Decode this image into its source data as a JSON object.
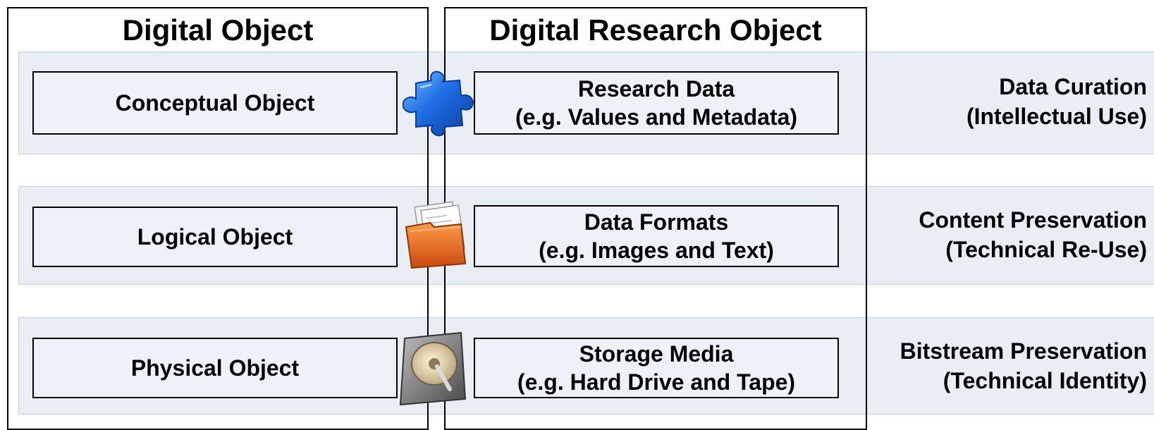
{
  "columns": {
    "left_title": "Digital Object",
    "middle_title": "Digital Research Object"
  },
  "rows": [
    {
      "object": "Conceptual Object",
      "example_line1": "Research Data",
      "example_line2": "(e.g. Values and Metadata)",
      "activity_line1": "Data Curation",
      "activity_line2": "(Intellectual Use)",
      "icon": "puzzle-piece-icon"
    },
    {
      "object": "Logical Object",
      "example_line1": "Data Formats",
      "example_line2": "(e.g. Images and Text)",
      "activity_line1": "Content Preservation",
      "activity_line2": "(Technical Re-Use)",
      "icon": "folder-icon"
    },
    {
      "object": "Physical Object",
      "example_line1": "Storage Media",
      "example_line2": "(e.g. Hard Drive and Tape)",
      "activity_line1": "Bitstream Preservation",
      "activity_line2": "(Technical Identity)",
      "icon": "hard-drive-icon"
    }
  ],
  "colors": {
    "band": "#e9edf4",
    "puzzle": "#1e6ee6",
    "folder": "#e8661c",
    "drive": "#8c8c8c"
  }
}
